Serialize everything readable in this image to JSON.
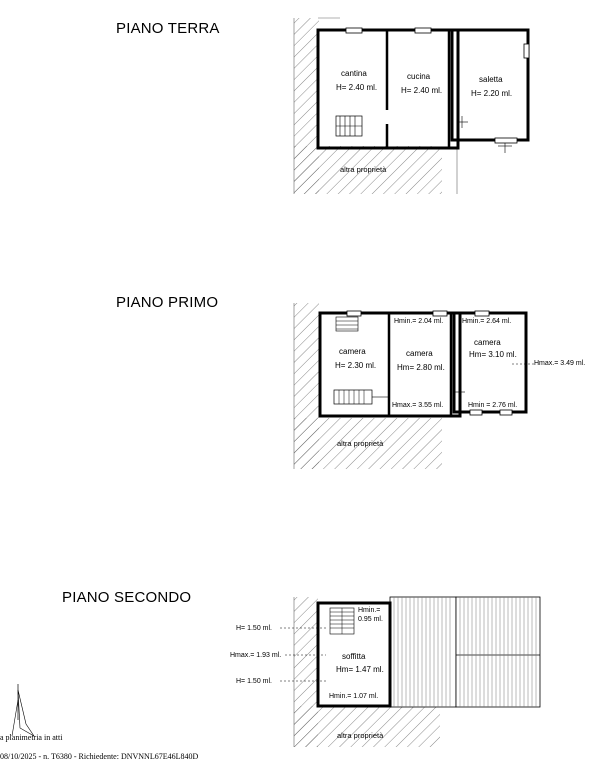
{
  "floors": {
    "ground": {
      "title": "PIANO TERRA",
      "rooms": [
        {
          "name": "cantina",
          "height": "H= 2.40 ml."
        },
        {
          "name": "cucina",
          "height": "H= 2.40 ml."
        },
        {
          "name": "saletta",
          "height": "H= 2.20 ml."
        }
      ],
      "neighbor": "altra proprietà"
    },
    "first": {
      "title": "PIANO PRIMO",
      "rooms": [
        {
          "name": "camera",
          "height": "H= 2.30 ml."
        },
        {
          "name": "camera",
          "height": "Hm= 2.80 ml."
        },
        {
          "name": "camera",
          "height": "Hm= 3.10 ml."
        }
      ],
      "notes": {
        "hmin_a": "Hmin.= 2.04 ml.",
        "hmin_b": "Hmin.= 2.64 ml.",
        "hmax_a": "Hmax.= 3.55 ml.",
        "hmin_c": "Hmin = 2.76 ml.",
        "hmax_b": "Hmax.= 3.49 ml."
      },
      "neighbor": "altra proprietà"
    },
    "second": {
      "title": "PIANO SECONDO",
      "room": {
        "name": "soffitta",
        "height": "Hm= 1.47 ml."
      },
      "notes": {
        "hmin_top_1": "Hmin.=",
        "hmin_top_2": "0.95 ml.",
        "h_a": "H= 1.50 ml.",
        "hmax": "Hmax.= 1.93 ml.",
        "h_b": "H= 1.50 ml.",
        "hmin_bottom": "Hmin.= 1.07 ml."
      },
      "neighbor": "altra proprietà"
    }
  },
  "footer": {
    "line1": "a planimetria in atti",
    "line2": "08/10/2025 - n. T6380 - Richiedente: DNVNNL67E46L840D"
  }
}
